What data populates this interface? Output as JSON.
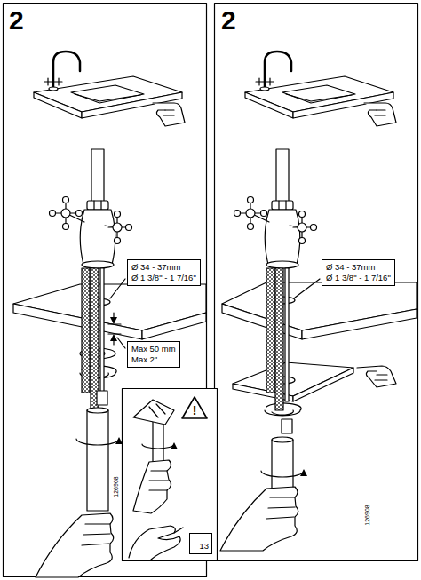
{
  "diagram": {
    "nodes": [
      {
        "text": [
          "Ø 34 - 37mm",
          "Ø 1 3/8\" - 1 7/16\""
        ]
      },
      {
        "text": [
          "Max 50 mm",
          "Max 2\""
        ]
      },
      {
        "text": [
          "Ø 34 - 37mm",
          "Ø 1 3/8\" - 1 7/16\""
        ]
      },
      {
        "text": [
          "!"
        ]
      },
      {
        "text": [
          "13"
        ]
      }
    ],
    "labels": [
      "2",
      "126908",
      "2",
      "126908"
    ]
  }
}
